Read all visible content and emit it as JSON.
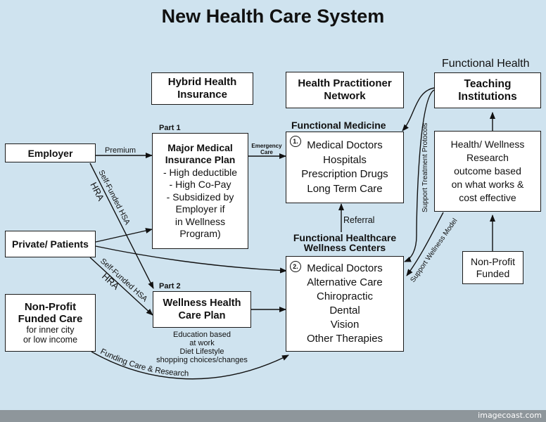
{
  "title": "New Health Care System",
  "footer_text": "imagecoast.com",
  "nodes": {
    "employer": "Employer",
    "private_patients": "Private/ Patients",
    "nonprofit_care": {
      "title_line1": "Non-Profit",
      "title_line2": "Funded Care",
      "sub_line1": "for inner city",
      "sub_line2": "or low income"
    },
    "hybrid_insurance": {
      "line1": "Hybrid Health",
      "line2": "Insurance"
    },
    "practitioner_network": {
      "line1": "Health Practitioner",
      "line2": "Network"
    },
    "functional_health_label": "Functional Health",
    "teaching_institutions": {
      "line1": "Teaching",
      "line2": "Institutions"
    },
    "part1_label": "Part 1",
    "major_medical": {
      "title_line1": "Major Medical",
      "title_line2": "Insurance Plan",
      "items": [
        "- High deductible",
        "- High Co-Pay",
        "- Subsidized by",
        "Employer if",
        "in Wellness",
        "Program)"
      ]
    },
    "part2_label": "Part 2",
    "wellness_plan": {
      "line1": "Wellness Health",
      "line2": "Care Plan"
    },
    "wellness_plan_note": [
      "Education based",
      "at work",
      "Diet Lifestyle",
      "shopping choices/changes"
    ],
    "functional_medicine_header": "Functional Medicine",
    "functional_medicine": {
      "number": "1.",
      "items": [
        "Medical Doctors",
        "Hospitals",
        "Prescription Drugs",
        "Long Term Care"
      ]
    },
    "wellness_centers_header": {
      "line1": "Functional Healthcare",
      "line2": "Wellness Centers"
    },
    "wellness_centers": {
      "number": "2.",
      "items": [
        "Medical Doctors",
        "Alternative Care",
        "Chiropractic",
        "Dental",
        "Vision",
        "Other Therapies"
      ]
    },
    "research": {
      "lines": [
        "Health/ Wellness",
        "Research",
        "outcome based",
        "on what works &",
        "cost effective"
      ]
    },
    "nonprofit_funded": {
      "line1": "Non-Profit",
      "line2": "Funded"
    }
  },
  "edge_labels": {
    "premium": "Premium",
    "emergency_line1": "Emergency",
    "emergency_line2": "Care",
    "self_funded_hsa_1": "Self-Funded HSA",
    "hra_1": "HRA",
    "self_funded_hsa_2": "Self-Funded HSA",
    "hra_2": "HRA",
    "referral": "Referral",
    "support_treatment": "Support Treatment Protocols",
    "support_wellness": "Support Wellness Model",
    "funding_care": "Funding Care & Research"
  }
}
